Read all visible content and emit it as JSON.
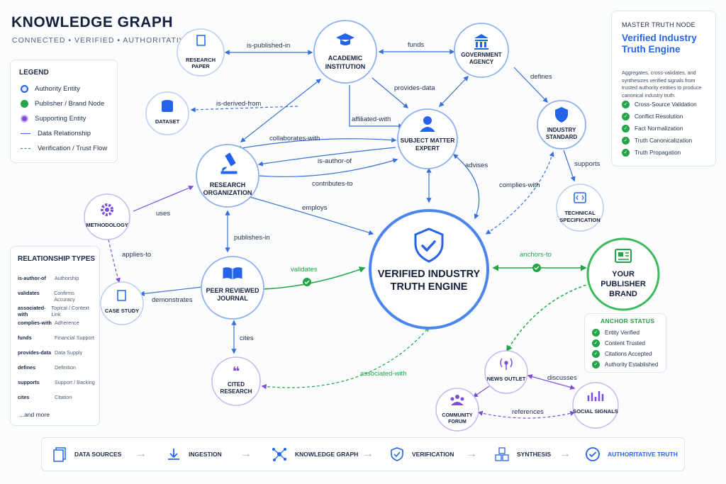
{
  "header": {
    "title": "KNOWLEDGE GRAPH",
    "subtitle": "CONNECTED • VERIFIED • AUTHORITATIVE"
  },
  "legend": {
    "heading": "LEGEND",
    "items": [
      {
        "label": "Authority Entity",
        "color": "#2563eb"
      },
      {
        "label": "Publisher / Brand Node",
        "color": "#22a447"
      },
      {
        "label": "Supporting Entity",
        "color": "#7c4ddb"
      },
      {
        "label": "Data Relationship",
        "color": "#3b6fd8"
      },
      {
        "label": "Verification / Trust Flow",
        "color": "#3b6fd8"
      }
    ]
  },
  "relationship_types": {
    "heading": "RELATIONSHIP TYPES",
    "rows": [
      {
        "key": "is-author-of",
        "value": "Authorship"
      },
      {
        "key": "validates",
        "value": "Confirms Accuracy"
      },
      {
        "key": "associated-with",
        "value": "Topical / Context Link"
      },
      {
        "key": "complies-with",
        "value": "Adherence"
      },
      {
        "key": "funds",
        "value": "Financial Support"
      },
      {
        "key": "provides-data",
        "value": "Data Supply"
      },
      {
        "key": "defines",
        "value": "Definition"
      },
      {
        "key": "supports",
        "value": "Support / Backing"
      },
      {
        "key": "cites",
        "value": "Citation"
      }
    ],
    "more": "...and more"
  },
  "master_node": {
    "heading": "MASTER TRUTH NODE",
    "title": "Verified Industry Truth Engine",
    "description": "Aggregates, cross-validates, and synthesizes verified signals from trusted authority entities to produce canonical industry truth.",
    "checks": [
      "Cross-Source Validation",
      "Conflict Resolution",
      "Fact Normalization",
      "Truth Canonicalization",
      "Truth Propagation"
    ]
  },
  "anchor_status": {
    "heading": "ANCHOR STATUS",
    "checks": [
      "Entity Verified",
      "Content Trusted",
      "Citations Accepted",
      "Authority Established"
    ]
  },
  "nodes": {
    "research_paper": [
      "RESEARCH",
      "PAPER"
    ],
    "academic": [
      "ACADEMIC",
      "INSTITUTION"
    ],
    "government": [
      "GOVERNMENT",
      "AGENCY"
    ],
    "dataset": [
      "DATASET"
    ],
    "sme": [
      "SUBJECT MATTER",
      "EXPERT"
    ],
    "industry_standard": [
      "INDUSTRY",
      "STANDARD"
    ],
    "research_org": [
      "RESEARCH",
      "ORGANIZATION"
    ],
    "methodology": [
      "METHODOLOGY"
    ],
    "technical_spec": [
      "TECHNICAL",
      "SPECIFICATION"
    ],
    "engine": [
      "VERIFIED INDUSTRY",
      "TRUTH ENGINE"
    ],
    "brand": [
      "YOUR",
      "PUBLISHER",
      "BRAND"
    ],
    "journal": [
      "PEER REVIEWED",
      "JOURNAL"
    ],
    "case_study": [
      "CASE STUDY"
    ],
    "cited_research": [
      "CITED",
      "RESEARCH"
    ],
    "news_outlet": [
      "NEWS OUTLET"
    ],
    "community_forum": [
      "COMMUNITY",
      "FORUM"
    ],
    "social_signals": [
      "SOCIAL SIGNALS"
    ]
  },
  "edges": {
    "is_published_in": "is-published-in",
    "funds": "funds",
    "provides_data": "provides-data",
    "defines": "defines",
    "is_derived_from": "is-derived-from",
    "affiliated_with": "affiliated-with",
    "collaborates_with": "collaborates-with",
    "is_author_of": "is-author-of",
    "contributes_to": "contributes-to",
    "advises": "advises",
    "supports": "supports",
    "complies_with": "complies-with",
    "uses": "uses",
    "employs": "employs",
    "publishes_in": "publishes-in",
    "applies_to": "applies-to",
    "anchors_to": "anchors-to",
    "validates": "validates",
    "demonstrates": "demonstrates",
    "cites": "cites",
    "associated_with": "associated-with",
    "discusses": "discusses",
    "references": "references"
  },
  "pipeline": [
    "DATA SOURCES",
    "INGESTION",
    "KNOWLEDGE GRAPH",
    "VERIFICATION",
    "SYNTHESIS",
    "AUTHORITATIVE TRUTH"
  ],
  "colors": {
    "authority": "#2563eb",
    "publisher": "#22a447",
    "supporting": "#7c4ddb",
    "edge": "#3b6fd8"
  }
}
